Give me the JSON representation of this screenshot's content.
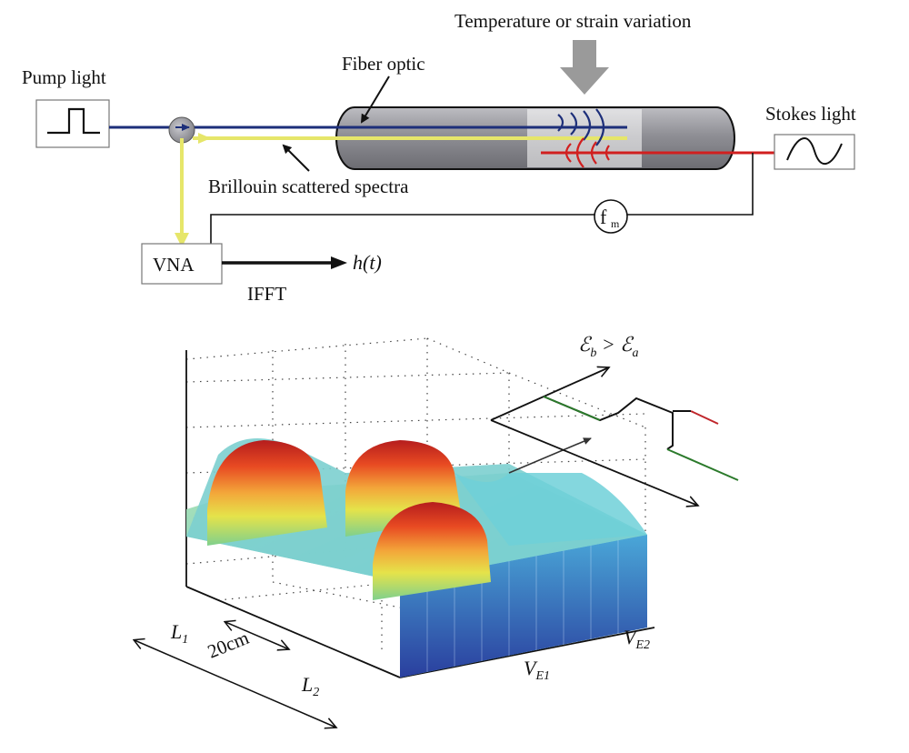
{
  "top": {
    "pump_label": "Pump light",
    "fiber_label": "Fiber optic",
    "temp_label": "Temperature or strain variation",
    "stokes_label": "Stokes light",
    "brillouin_label": "Brillouin scattered spectra",
    "fm_label": "f",
    "fm_sub": "m",
    "vna_label": "VNA",
    "ht_label": "h(t)",
    "ifft_label": "IFFT"
  },
  "bottom": {
    "strain_label_main": "ℰ",
    "strain_label_sub_b": "b",
    "strain_label_gt": " > ℰ",
    "strain_label_sub_a": "a",
    "l1_main": "L",
    "l1_sub": "1",
    "l2_main": "L",
    "l2_sub": "2",
    "dist_label": "20cm",
    "ve1_main": "V",
    "ve1_sub": "E1",
    "ve2_main": "V",
    "ve2_sub": "E2"
  },
  "colors": {
    "pump_line": "#1d2f7a",
    "scatter_line": "#e6e66a",
    "stokes_line": "#d11f1f",
    "fiber_body": "#8e8e93",
    "arrow_gray": "#9a9a9a",
    "strain_green": "#2b7a2b",
    "strain_red": "#c0262b"
  }
}
